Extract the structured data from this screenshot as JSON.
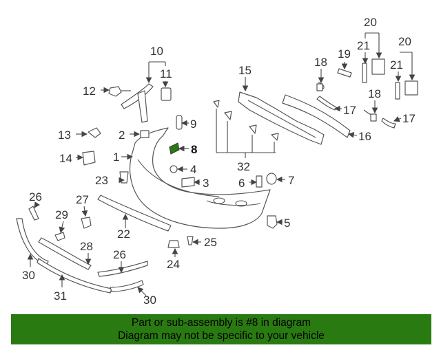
{
  "diagram": {
    "highlighted_part": "8",
    "highlight_color": "#2a7a12",
    "callouts": [
      "1",
      "2",
      "3",
      "4",
      "5",
      "6",
      "7",
      "8",
      "9",
      "10",
      "11",
      "12",
      "13",
      "14",
      "15",
      "16",
      "17",
      "17",
      "18",
      "18",
      "19",
      "20",
      "20",
      "21",
      "21",
      "22",
      "23",
      "24",
      "25",
      "26",
      "26",
      "27",
      "28",
      "29",
      "30",
      "30",
      "31",
      "32"
    ]
  },
  "banner": {
    "line1": "Part or sub-assembly is #8 in diagram",
    "line2": "Diagram may not be specific to your vehicle",
    "background_color": "#2a7a12"
  }
}
